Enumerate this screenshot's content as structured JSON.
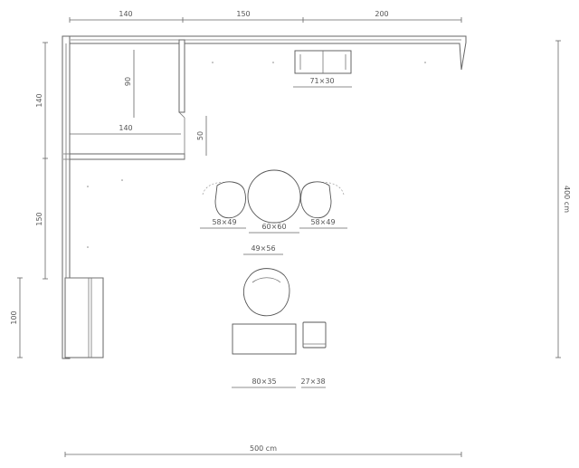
{
  "dimensions": {
    "top": [
      "140",
      "150",
      "200"
    ],
    "left": [
      "140",
      "150",
      "100"
    ],
    "right": "400 cm",
    "bottom": "500 cm",
    "inner_height": "90",
    "inner_width": "140",
    "gap": "50"
  },
  "furniture": {
    "cabinet": "71×30",
    "chair_left": "58×49",
    "table": "60×60",
    "chair_right": "58×49",
    "armchair": "49×56",
    "desk": "80×35",
    "stool": "27×38"
  }
}
